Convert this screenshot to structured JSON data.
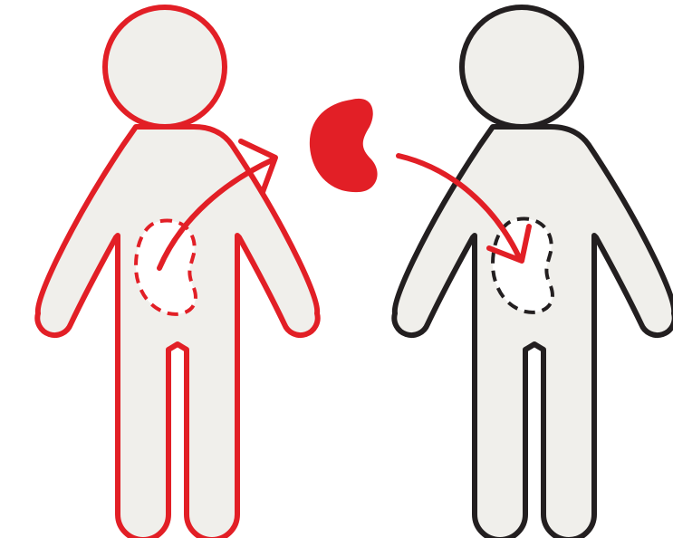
{
  "diagram": {
    "donor": {
      "role": "donor",
      "outline_color": "#e21f26",
      "fill_color": "#f0efeb",
      "icon": "person-icon"
    },
    "recipient": {
      "role": "recipient",
      "outline_color": "#231f20",
      "fill_color": "#f0efeb",
      "icon": "person-icon"
    },
    "organ": {
      "name": "kidney",
      "color": "#e21f26",
      "icon": "kidney-icon"
    },
    "arrows": {
      "color": "#e21f26",
      "items": [
        {
          "from": "donor",
          "to": "organ",
          "icon": "curved-arrow-icon"
        },
        {
          "from": "organ",
          "to": "recipient",
          "icon": "curved-arrow-icon"
        }
      ]
    },
    "empty_slot_fill": "#ffffff"
  }
}
